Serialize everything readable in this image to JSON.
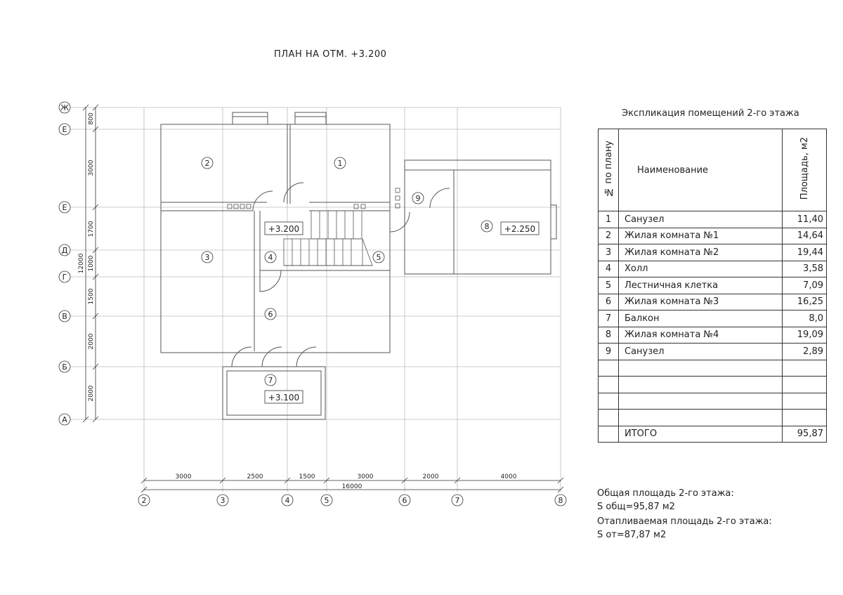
{
  "plan_title": "ПЛАН НА ОТМ. +3.200",
  "table_title": "Экспликация помещений 2-го этажа",
  "table": {
    "head_num": "№ по плану",
    "head_name": "Наименование",
    "head_area": "Площадь, м2",
    "rows": [
      {
        "num": "1",
        "name": "Санузел",
        "area": "11,40"
      },
      {
        "num": "2",
        "name": "Жилая комната №1",
        "area": "14,64"
      },
      {
        "num": "3",
        "name": "Жилая комната №2",
        "area": "19,44"
      },
      {
        "num": "4",
        "name": "Холл",
        "area": "3,58"
      },
      {
        "num": "5",
        "name": "Лестничная клетка",
        "area": "7,09"
      },
      {
        "num": "6",
        "name": "Жилая комната №3",
        "area": "16,25"
      },
      {
        "num": "7",
        "name": "Балкон",
        "area": "8,0"
      },
      {
        "num": "8",
        "name": "Жилая комната №4",
        "area": "19,09"
      },
      {
        "num": "9",
        "name": "Санузел",
        "area": "2,89"
      }
    ],
    "total_label": "ИТОГО",
    "total_area": "95,87"
  },
  "notes": {
    "line1": "Общая площадь 2-го этажа:",
    "line2": "S общ=95,87 м2",
    "line3": "Отапливаемая площадь 2-го этажа:",
    "line4": "S от=87,87 м2"
  },
  "axes_vertical": {
    "a1": "Ж",
    "a2": "Е",
    "a3": "Е",
    "a4": "Д",
    "a5": "Г",
    "a6": "В",
    "a7": "Б",
    "a8": "А"
  },
  "axes_horizontal": {
    "b1": "2",
    "b2": "3",
    "b3": "4",
    "b4": "5",
    "b5": "6",
    "b6": "7",
    "b7": "8"
  },
  "dims_left": {
    "d1": "800",
    "d2": "3000",
    "d3": "1700",
    "d4": "1000",
    "d5": "1500",
    "d6": "2000",
    "d7": "2000",
    "total": "12000"
  },
  "dims_bottom": {
    "d1": "3000",
    "d2": "2500",
    "d3": "1500",
    "d4": "3000",
    "d5": "2000",
    "d6": "4000",
    "total": "16000"
  },
  "rooms": {
    "r1": "1",
    "r2": "2",
    "r3": "3",
    "r4": "4",
    "r5": "5",
    "r6": "6",
    "r7": "7",
    "r8": "8",
    "r9": "9"
  },
  "levels": {
    "l1": "+3.200",
    "l2": "+2.250",
    "l3": "+3.100"
  }
}
